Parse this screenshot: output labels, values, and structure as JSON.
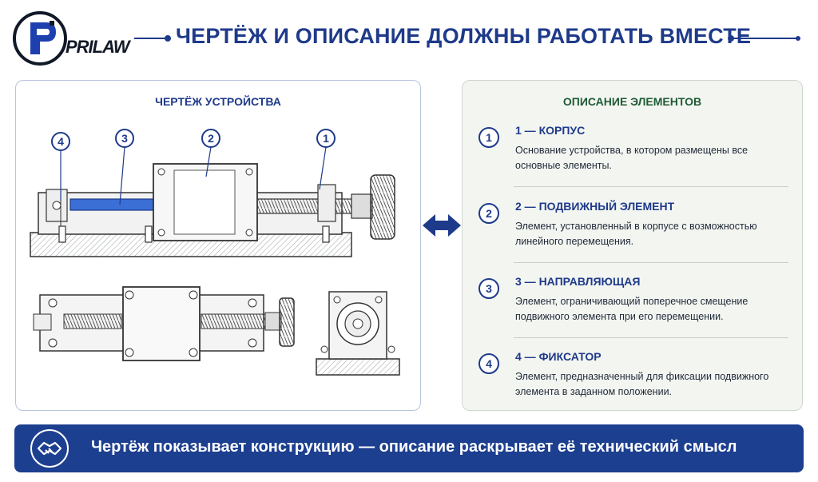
{
  "header": {
    "brand": "PRILAW",
    "title": "ЧЕРТЁЖ И ОПИСАНИЕ ДОЛЖНЫ РАБОТАТЬ ВМЕСТЕ"
  },
  "left_panel": {
    "title": "ЧЕРТЁЖ УСТРОЙСТВА",
    "callouts": [
      "4",
      "3",
      "2",
      "1"
    ]
  },
  "right_panel": {
    "title": "ОПИСАНИЕ ЭЛЕМЕНТОВ",
    "items": [
      {
        "num": "1",
        "title": "1 — КОРПУС",
        "desc": "Основание устройства, в котором размещены все основные элементы."
      },
      {
        "num": "2",
        "title": "2 — ПОДВИЖНЫЙ ЭЛЕМЕНТ",
        "desc": "Элемент, установленный в корпусе с возможностью линейного перемещения."
      },
      {
        "num": "3",
        "title": "3 — НАПРАВЛЯЮЩАЯ",
        "desc": "Элемент, ограничивающий поперечное смещение подвижного элемента при его перемещении."
      },
      {
        "num": "4",
        "title": "4 — ФИКСАТОР",
        "desc": "Элемент, предназначенный для фиксации подвижного элемента в заданном положении."
      }
    ]
  },
  "banner": {
    "text": "Чертёж показывает конструкцию — описание раскрывает её технический смысл",
    "icon": "handshake-icon"
  },
  "colors": {
    "primary": "#1e3a8a",
    "accent_green": "#1f5a35",
    "banner_bg": "#1d3f8f",
    "guide_blue": "#3b6fd6"
  }
}
